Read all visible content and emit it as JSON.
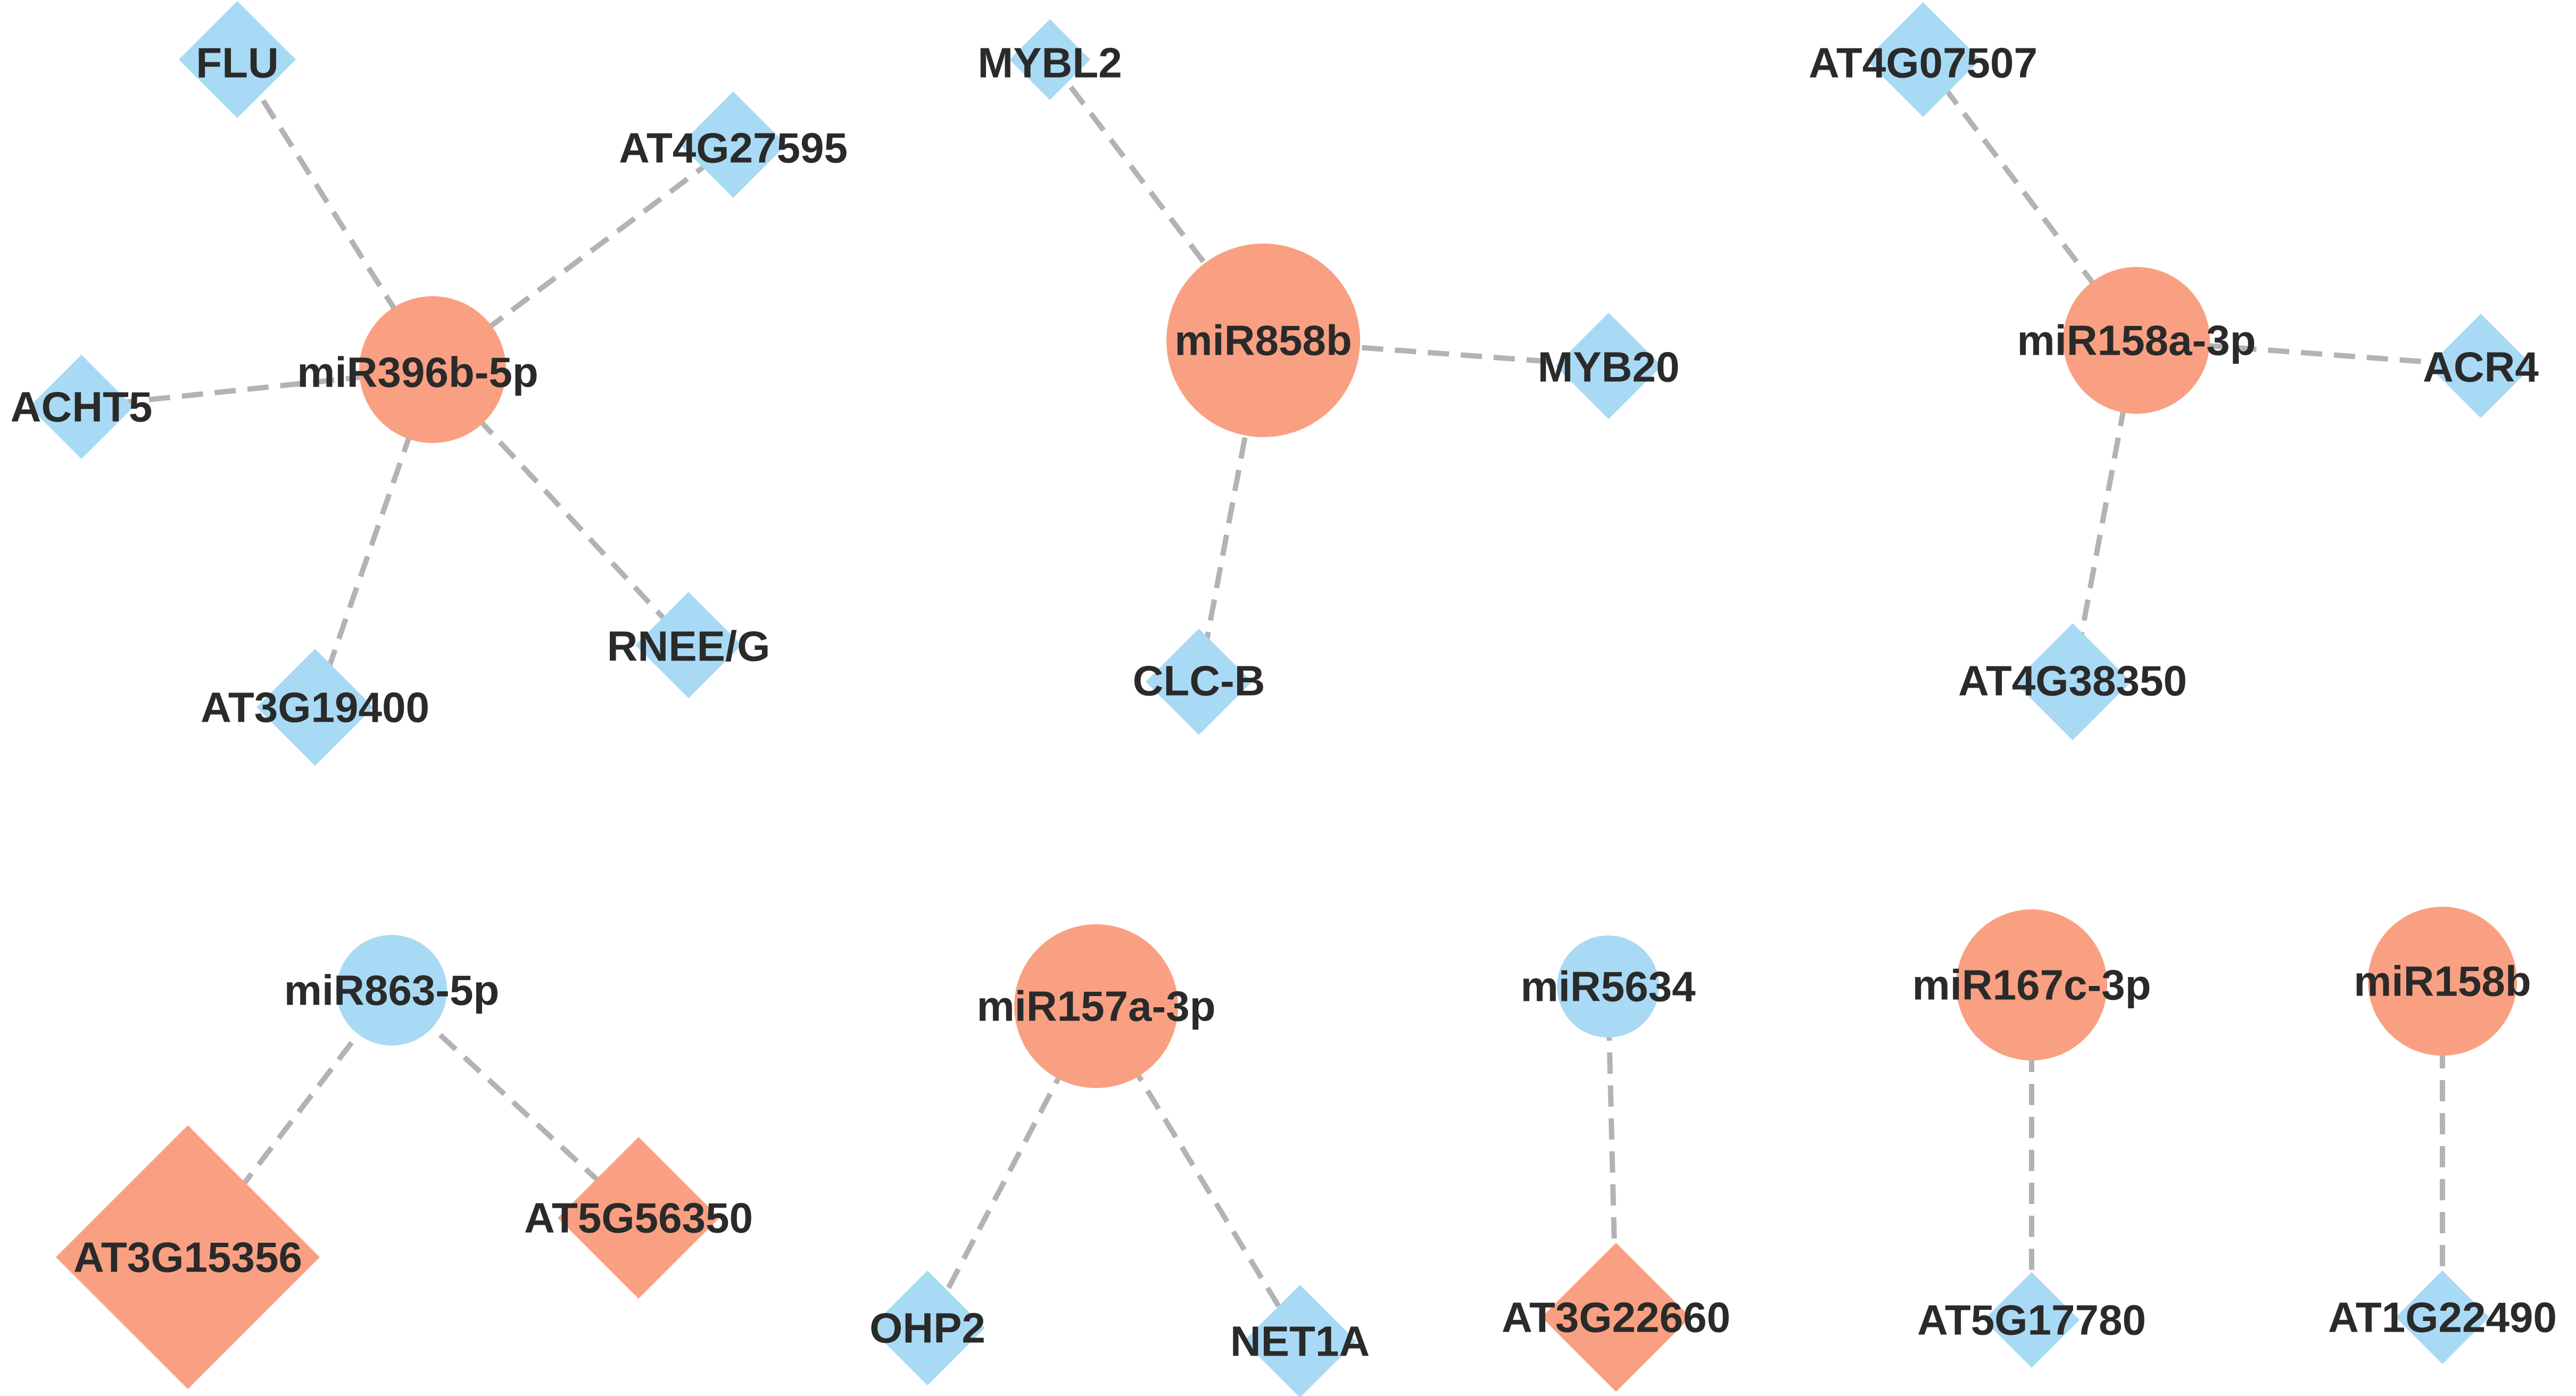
{
  "colors": {
    "up": "#f9a082",
    "down": "#a9daf5",
    "edge": "#b3b3b3",
    "text": "#2a2a2a"
  },
  "nodes": [
    {
      "id": "mir396b",
      "label": "miR396b-5p",
      "shape": "circle",
      "color": "up"
    },
    {
      "id": "flu",
      "label": "FLU",
      "shape": "diamond",
      "color": "down"
    },
    {
      "id": "at4g27595",
      "label": "AT4G27595",
      "shape": "diamond",
      "color": "down"
    },
    {
      "id": "acht5",
      "label": "ACHT5",
      "shape": "diamond",
      "color": "down"
    },
    {
      "id": "rnee",
      "label": "RNEE/G",
      "shape": "diamond",
      "color": "down"
    },
    {
      "id": "at3g19400",
      "label": "AT3G19400",
      "shape": "diamond",
      "color": "down"
    },
    {
      "id": "mir858b",
      "label": "miR858b",
      "shape": "circle",
      "color": "up"
    },
    {
      "id": "mybl2",
      "label": "MYBL2",
      "shape": "diamond",
      "color": "down"
    },
    {
      "id": "myb20",
      "label": "MYB20",
      "shape": "diamond",
      "color": "down"
    },
    {
      "id": "clcb",
      "label": "CLC-B",
      "shape": "diamond",
      "color": "down"
    },
    {
      "id": "mir158a",
      "label": "miR158a-3p",
      "shape": "circle",
      "color": "up"
    },
    {
      "id": "at4g07507",
      "label": "AT4G07507",
      "shape": "diamond",
      "color": "down"
    },
    {
      "id": "acr4",
      "label": "ACR4",
      "shape": "diamond",
      "color": "down"
    },
    {
      "id": "at4g38350",
      "label": "AT4G38350",
      "shape": "diamond",
      "color": "down"
    },
    {
      "id": "mir863",
      "label": "miR863-5p",
      "shape": "circle",
      "color": "down"
    },
    {
      "id": "at3g15356",
      "label": "AT3G15356",
      "shape": "diamond",
      "color": "up"
    },
    {
      "id": "at5g56350",
      "label": "AT5G56350",
      "shape": "diamond",
      "color": "up"
    },
    {
      "id": "mir157a",
      "label": "miR157a-3p",
      "shape": "circle",
      "color": "up"
    },
    {
      "id": "ohp2",
      "label": "OHP2",
      "shape": "diamond",
      "color": "down"
    },
    {
      "id": "net1a",
      "label": "NET1A",
      "shape": "diamond",
      "color": "down"
    },
    {
      "id": "mir5634",
      "label": "miR5634",
      "shape": "circle",
      "color": "down"
    },
    {
      "id": "at3g22660",
      "label": "AT3G22660",
      "shape": "diamond",
      "color": "up"
    },
    {
      "id": "mir167c",
      "label": "miR167c-3p",
      "shape": "circle",
      "color": "up"
    },
    {
      "id": "at5g17780",
      "label": "AT5G17780",
      "shape": "diamond",
      "color": "down"
    },
    {
      "id": "mir158b",
      "label": "miR158b",
      "shape": "circle",
      "color": "up"
    },
    {
      "id": "at1g22490",
      "label": "AT1G22490",
      "shape": "diamond",
      "color": "down"
    }
  ],
  "edges": [
    [
      "mir396b",
      "flu"
    ],
    [
      "mir396b",
      "at4g27595"
    ],
    [
      "mir396b",
      "acht5"
    ],
    [
      "mir396b",
      "rnee"
    ],
    [
      "mir396b",
      "at3g19400"
    ],
    [
      "mir858b",
      "mybl2"
    ],
    [
      "mir858b",
      "myb20"
    ],
    [
      "mir858b",
      "clcb"
    ],
    [
      "mir158a",
      "at4g07507"
    ],
    [
      "mir158a",
      "acr4"
    ],
    [
      "mir158a",
      "at4g38350"
    ],
    [
      "mir863",
      "at3g15356"
    ],
    [
      "mir863",
      "at5g56350"
    ],
    [
      "mir157a",
      "ohp2"
    ],
    [
      "mir157a",
      "net1a"
    ],
    [
      "mir5634",
      "at3g22660"
    ],
    [
      "mir167c",
      "at5g17780"
    ],
    [
      "mir158b",
      "at1g22490"
    ]
  ]
}
